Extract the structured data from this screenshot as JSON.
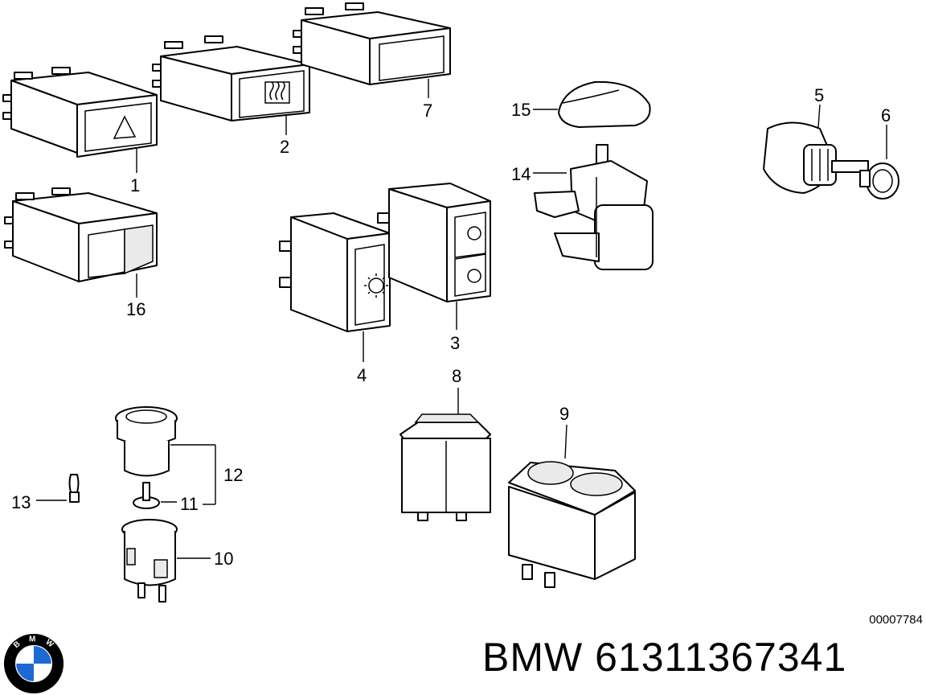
{
  "diagram": {
    "callouts": {
      "c1": "1",
      "c2": "2",
      "c3": "3",
      "c4": "4",
      "c5": "5",
      "c6": "6",
      "c7": "7",
      "c8": "8",
      "c9": "9",
      "c10": "10",
      "c11": "11",
      "c12": "12",
      "c13": "13",
      "c14": "14",
      "c15": "15",
      "c16": "16"
    },
    "diagram_id": "00007784"
  },
  "footer": {
    "part_number": "BMW 61311367341",
    "logo_letters": "BMW",
    "logo_colors": {
      "blue": "#1c69d4",
      "ring": "#000000",
      "white": "#ffffff"
    }
  },
  "icons": [
    "hazard-triangle-icon",
    "rear-defrost-icon",
    "light-icon",
    "fan-icon"
  ]
}
